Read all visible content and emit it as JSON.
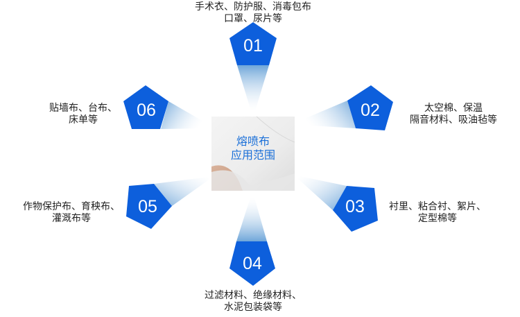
{
  "center": {
    "title_line1": "熔喷布",
    "title_line2": "应用范围",
    "image": "melt-blown-fabric-photo"
  },
  "colors": {
    "pentagon_fill": "#0d5fdc",
    "beam_start": "#6fa6d9",
    "beam_end": "#ffffff",
    "label_text": "#222222",
    "center_text": "#1a6fd8"
  },
  "items": [
    {
      "number": "01",
      "line1": "手术衣、防护服、消毒包布",
      "line2": "口罩、尿片等"
    },
    {
      "number": "02",
      "line1": "太空棉、保温",
      "line2": "隔音材料、吸油毡等"
    },
    {
      "number": "03",
      "line1": "衬里、粘合衬、絮片、",
      "line2": "定型棉等"
    },
    {
      "number": "04",
      "line1": "过滤材料、绝缘材料、",
      "line2": "水泥包装袋等"
    },
    {
      "number": "05",
      "line1": "作物保护布、育秧布、",
      "line2": "灌溉布等"
    },
    {
      "number": "06",
      "line1": "贴墙布、台布、",
      "line2": "床单等"
    }
  ]
}
